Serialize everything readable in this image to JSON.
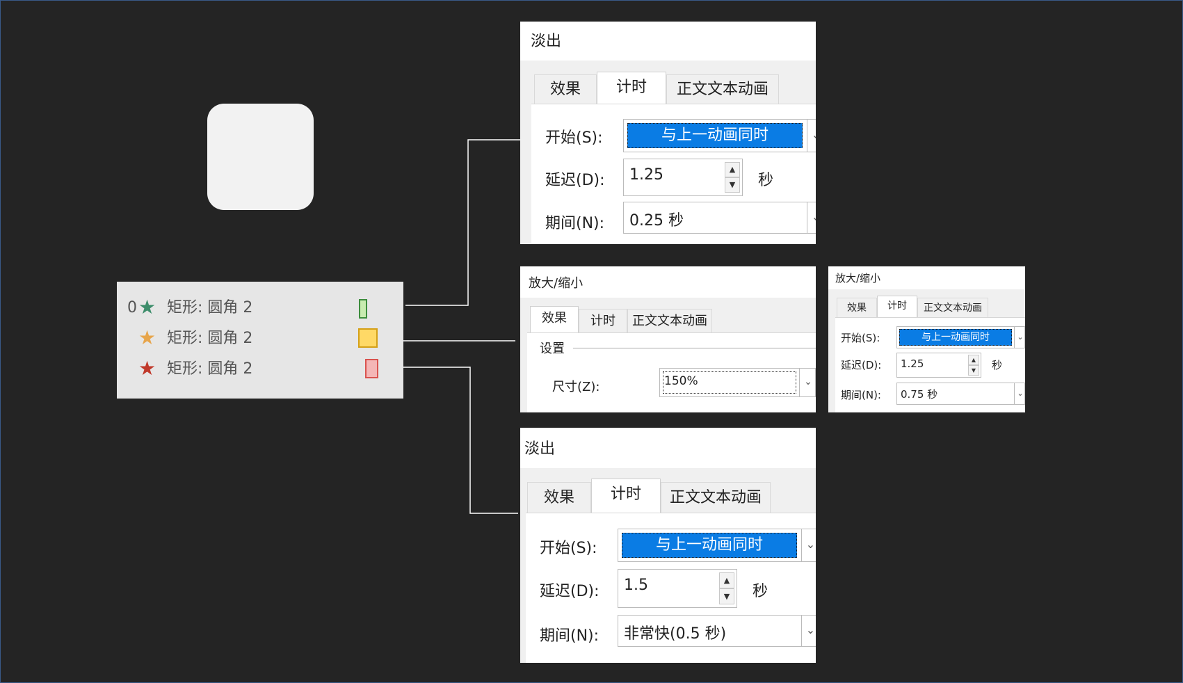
{
  "colors": {
    "background": "#242424",
    "selection": "#0a7ce4",
    "star_green": "#3d8d6b",
    "star_orange": "#e7a54b",
    "star_red": "#c0392b"
  },
  "animation_pane": {
    "items": [
      {
        "index": "0",
        "star": "★",
        "star_color": "#3d8d6b",
        "name": "矩形: 圆角 2"
      },
      {
        "index": "",
        "star": "★",
        "star_color": "#e7a54b",
        "name": "矩形: 圆角 2"
      },
      {
        "index": "",
        "star": "★",
        "star_color": "#c0392b",
        "name": "矩形: 圆角 2"
      }
    ]
  },
  "dialog_fade_1": {
    "title": "淡出",
    "tabs": [
      "效果",
      "计时",
      "正文文本动画"
    ],
    "start_label": "开始(S):",
    "start_value": "与上一动画同时",
    "delay_label": "延迟(D):",
    "delay_value": "1.25",
    "unit": "秒",
    "duration_label": "期间(N):",
    "duration_value": "0.25 秒"
  },
  "dialog_zoom_effect": {
    "title": "放大/缩小",
    "tabs": [
      "效果",
      "计时",
      "正文文本动画"
    ],
    "section_label": "设置",
    "size_label": "尺寸(Z):",
    "size_value": "150%"
  },
  "dialog_zoom_timing": {
    "title": "放大/缩小",
    "tabs": [
      "效果",
      "计时",
      "正文文本动画"
    ],
    "start_label": "开始(S):",
    "start_value": "与上一动画同时",
    "delay_label": "延迟(D):",
    "delay_value": "1.25",
    "unit": "秒",
    "duration_label": "期间(N):",
    "duration_value": "0.75 秒"
  },
  "dialog_fade_2": {
    "title": "淡出",
    "tabs": [
      "效果",
      "计时",
      "正文文本动画"
    ],
    "start_label": "开始(S):",
    "start_value": "与上一动画同时",
    "delay_label": "延迟(D):",
    "delay_value": "1.5",
    "unit": "秒",
    "duration_label": "期间(N):",
    "duration_value": "非常快(0.5 秒)"
  }
}
